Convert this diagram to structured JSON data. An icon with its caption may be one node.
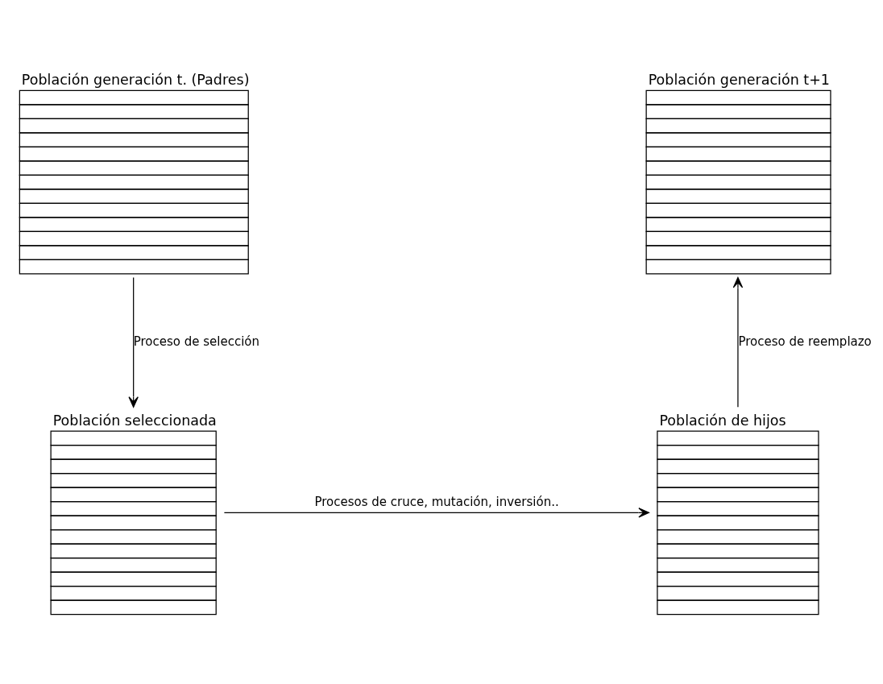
{
  "diagram": {
    "nodes": [
      {
        "text": [
          "Población generación t. (Padres)"
        ]
      },
      {
        "text": [
          "Población seleccionada"
        ]
      },
      {
        "text": [
          "Población de hijos"
        ]
      },
      {
        "text": [
          "Población generación t+1"
        ]
      }
    ],
    "edges": [
      {
        "from": 0,
        "to": 1,
        "arrow": "to",
        "label": "Proceso de selección"
      },
      {
        "from": 1,
        "to": 2,
        "arrow": "to",
        "label": "Procesos de cruce, mutación, inversión.."
      },
      {
        "from": 2,
        "to": 3,
        "arrow": "to",
        "label": "Proceso de reemplazo"
      }
    ]
  }
}
